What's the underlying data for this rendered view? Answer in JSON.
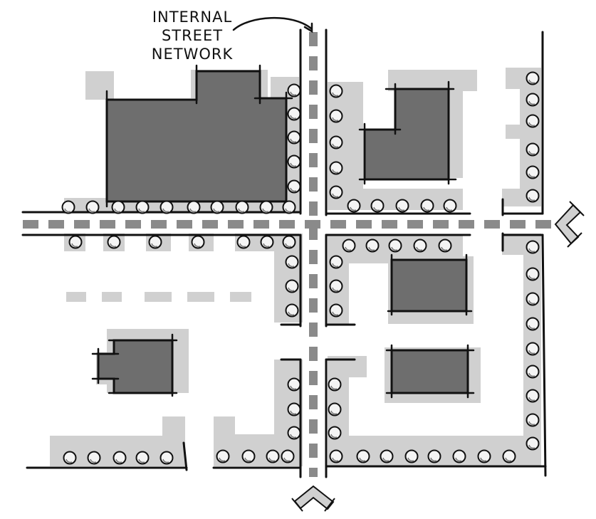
{
  "annotation": {
    "line1": "INTERNAL",
    "line2": "STREET",
    "line3": "NETWORK"
  },
  "colors": {
    "background": "#ffffff",
    "setback_zone": "#d0d0d0",
    "building": "#6e6e6e",
    "ink": "#111111",
    "street_centerline": "#8a8a8a",
    "tree_fill": "#f4f4f4"
  },
  "legend_icons": [
    "tree-icon",
    "entry-arrow-icon",
    "building-footprint",
    "street-centerline"
  ]
}
